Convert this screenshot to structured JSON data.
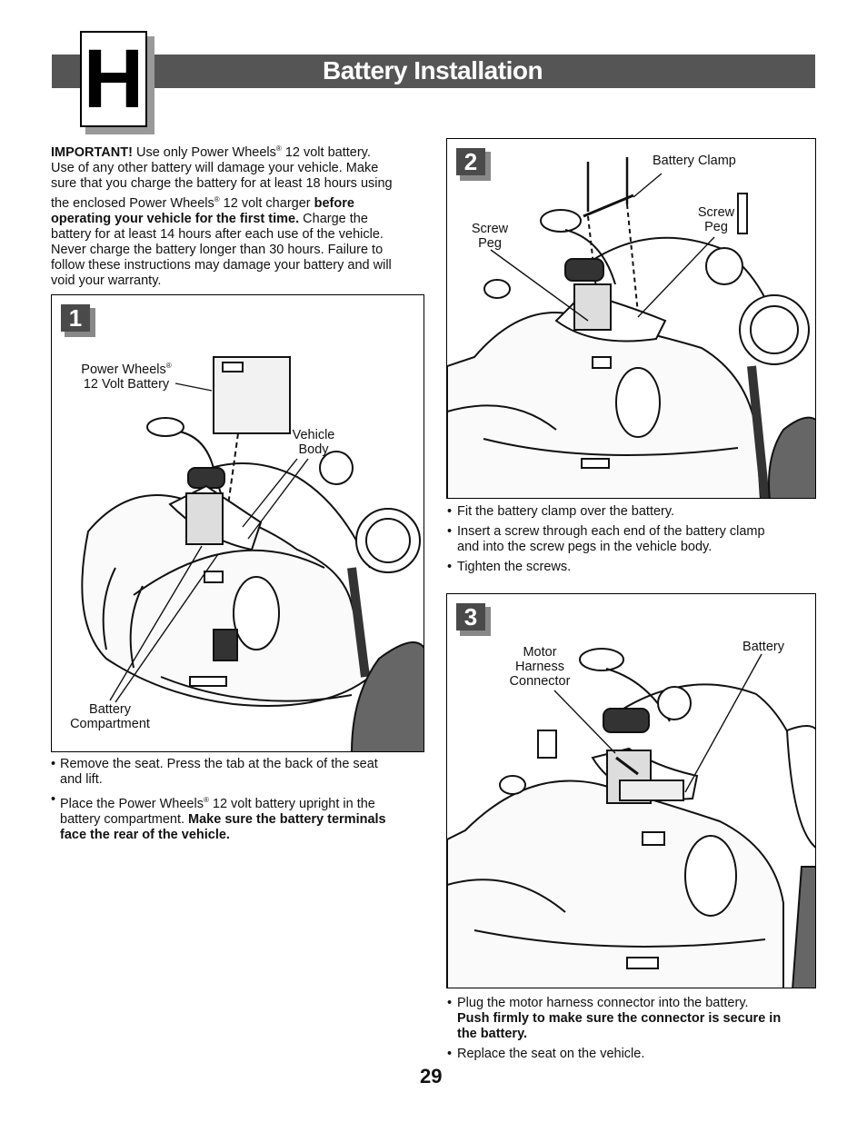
{
  "header": {
    "section_letter": "H",
    "title": "Battery Installation"
  },
  "intro": {
    "lead": "IMPORTANT!",
    "l1": " Use only Power Wheels",
    "l1b": " 12 volt battery.",
    "l2": "Use of any other battery will damage your vehicle. Make",
    "l3": "sure that you charge the battery for at least 18 hours using",
    "l4a": "the enclosed Power Wheels",
    "l4b": " 12 volt charger ",
    "l4c": "before",
    "l5a": "operating your vehicle for the first time.",
    "l5b": " Charge the",
    "l6": "battery for at least 14 hours after each use of the vehicle.",
    "l7": "Never charge the battery longer than 30 hours. Failure to",
    "l8": "follow these instructions may damage your battery and will",
    "l9": "void your warranty.",
    "reg": "®"
  },
  "step1": {
    "number": "1",
    "label_battery_1": "Power Wheels",
    "label_battery_2": "12 Volt Battery",
    "label_body_1": "Vehicle",
    "label_body_2": "Body",
    "label_comp_1": "Battery",
    "label_comp_2": "Compartment",
    "b1_l1": "Remove the seat. Press the tab at the back of the seat",
    "b1_l2": "and lift.",
    "b2_l1a": "Place the Power Wheels",
    "b2_l1b": " 12 volt battery upright in the",
    "b2_l2a": "battery compartment. ",
    "b2_l2b": "Make sure the battery terminals",
    "b2_l3": "face the rear of the vehicle."
  },
  "step2": {
    "number": "2",
    "label_clamp": "Battery Clamp",
    "label_peg_left_1": "Screw",
    "label_peg_left_2": "Peg",
    "label_peg_right_1": "Screw",
    "label_peg_right_2": "Peg",
    "b1": "Fit the battery clamp over the battery.",
    "b2_l1": "Insert a screw through each end of the battery clamp",
    "b2_l2": "and into the screw pegs in the vehicle body.",
    "b3": "Tighten the screws."
  },
  "step3": {
    "number": "3",
    "label_motor_1": "Motor",
    "label_motor_2": "Harness",
    "label_motor_3": "Connector",
    "label_battery": "Battery",
    "b1_l1": "Plug the motor harness connector into the battery.",
    "b1_l2": "Push firmly to make sure the connector is secure in",
    "b1_l3": "the battery.",
    "b2": "Replace the seat on the vehicle."
  },
  "bullet_char": "•",
  "page_number": "29"
}
